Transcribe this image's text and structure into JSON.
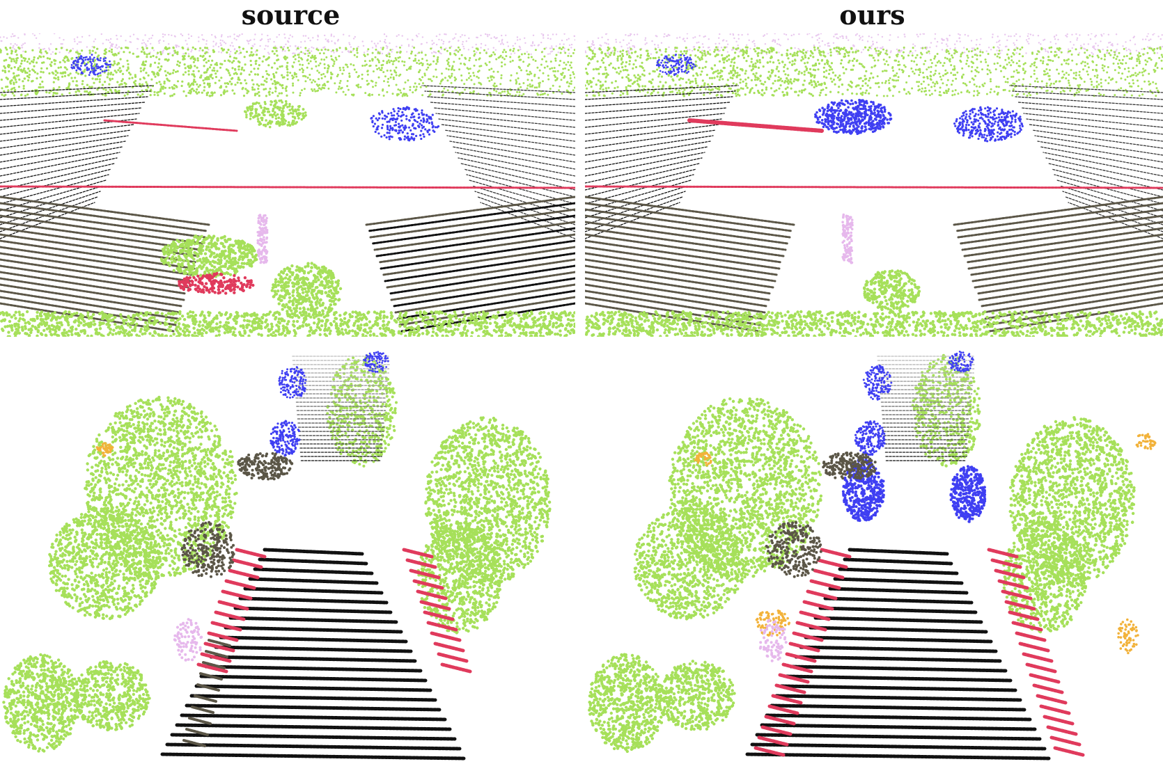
{
  "titles": {
    "left": "source",
    "right": "ours"
  },
  "palette": {
    "vegetation": "#a6e05a",
    "road": "#111111",
    "terrain": "#5b5647",
    "sidewalk": "#e03a5c",
    "car": "#3f3ff2",
    "building": "#e8c6ee",
    "pole": "#e6b8ec",
    "trunk": "#f2b23a",
    "ground": "#6e6e6e"
  },
  "panels": [
    {
      "name": "source-top",
      "variant": "source",
      "scene": "front"
    },
    {
      "name": "ours-top",
      "variant": "ours",
      "scene": "front"
    },
    {
      "name": "source-bottom",
      "variant": "source",
      "scene": "birdseye"
    },
    {
      "name": "ours-bottom",
      "variant": "ours",
      "scene": "birdseye"
    }
  ]
}
